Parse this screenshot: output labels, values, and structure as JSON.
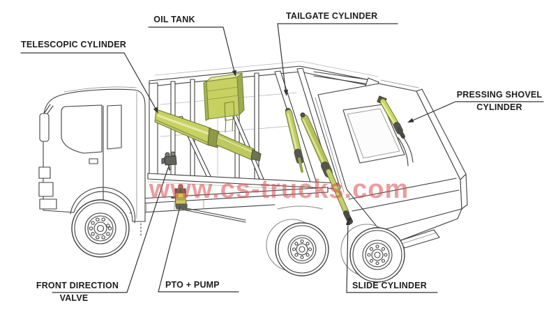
{
  "watermark": {
    "text": "www.cs-trucks.com",
    "color": "#d85050"
  },
  "diagram": {
    "type": "annotated-technical-illustration",
    "subject": "garbage compactor truck hydraulic system",
    "line_color": "#3f3f3f",
    "highlight_color": "#c8d264",
    "labels": {
      "telescopic_cylinder": {
        "text": "TELESCOPIC CYLINDER"
      },
      "oil_tank": {
        "text": "OIL TANK"
      },
      "tailgate_cylinder": {
        "text": "TAILGATE CYLINDER"
      },
      "pressing_shovel_cylinder": {
        "line1": "PRESSING SHOVEL",
        "line2": "CYLINDER"
      },
      "front_direction_valve": {
        "line1": "FRONT DIRECTION",
        "line2": "VALVE"
      },
      "pto_pump": {
        "text": "PTO + PUMP"
      },
      "slide_cylinder": {
        "text": "SLIDE CYLINDER"
      }
    }
  }
}
